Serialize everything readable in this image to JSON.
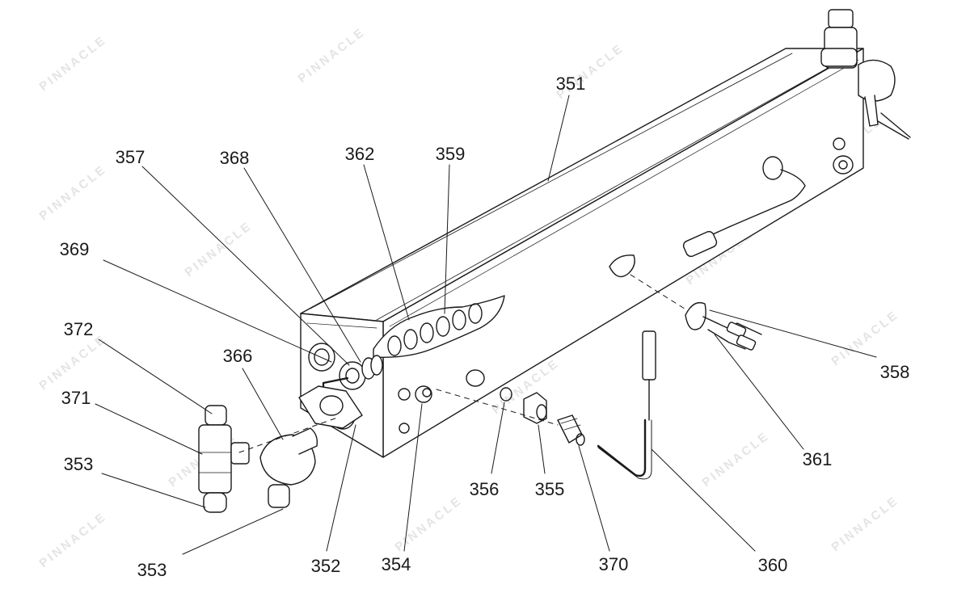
{
  "watermark": {
    "text": "PINNACLE"
  },
  "callouts": {
    "c351": "351",
    "c357": "357",
    "c368": "368",
    "c362": "362",
    "c359": "359",
    "c369": "369",
    "c372": "372",
    "c366": "366",
    "c371": "371",
    "c353a": "353",
    "c353b": "353",
    "c352": "352",
    "c354": "354",
    "c356": "356",
    "c355": "355",
    "c370": "370",
    "c360": "360",
    "c361": "361",
    "c358": "358"
  }
}
